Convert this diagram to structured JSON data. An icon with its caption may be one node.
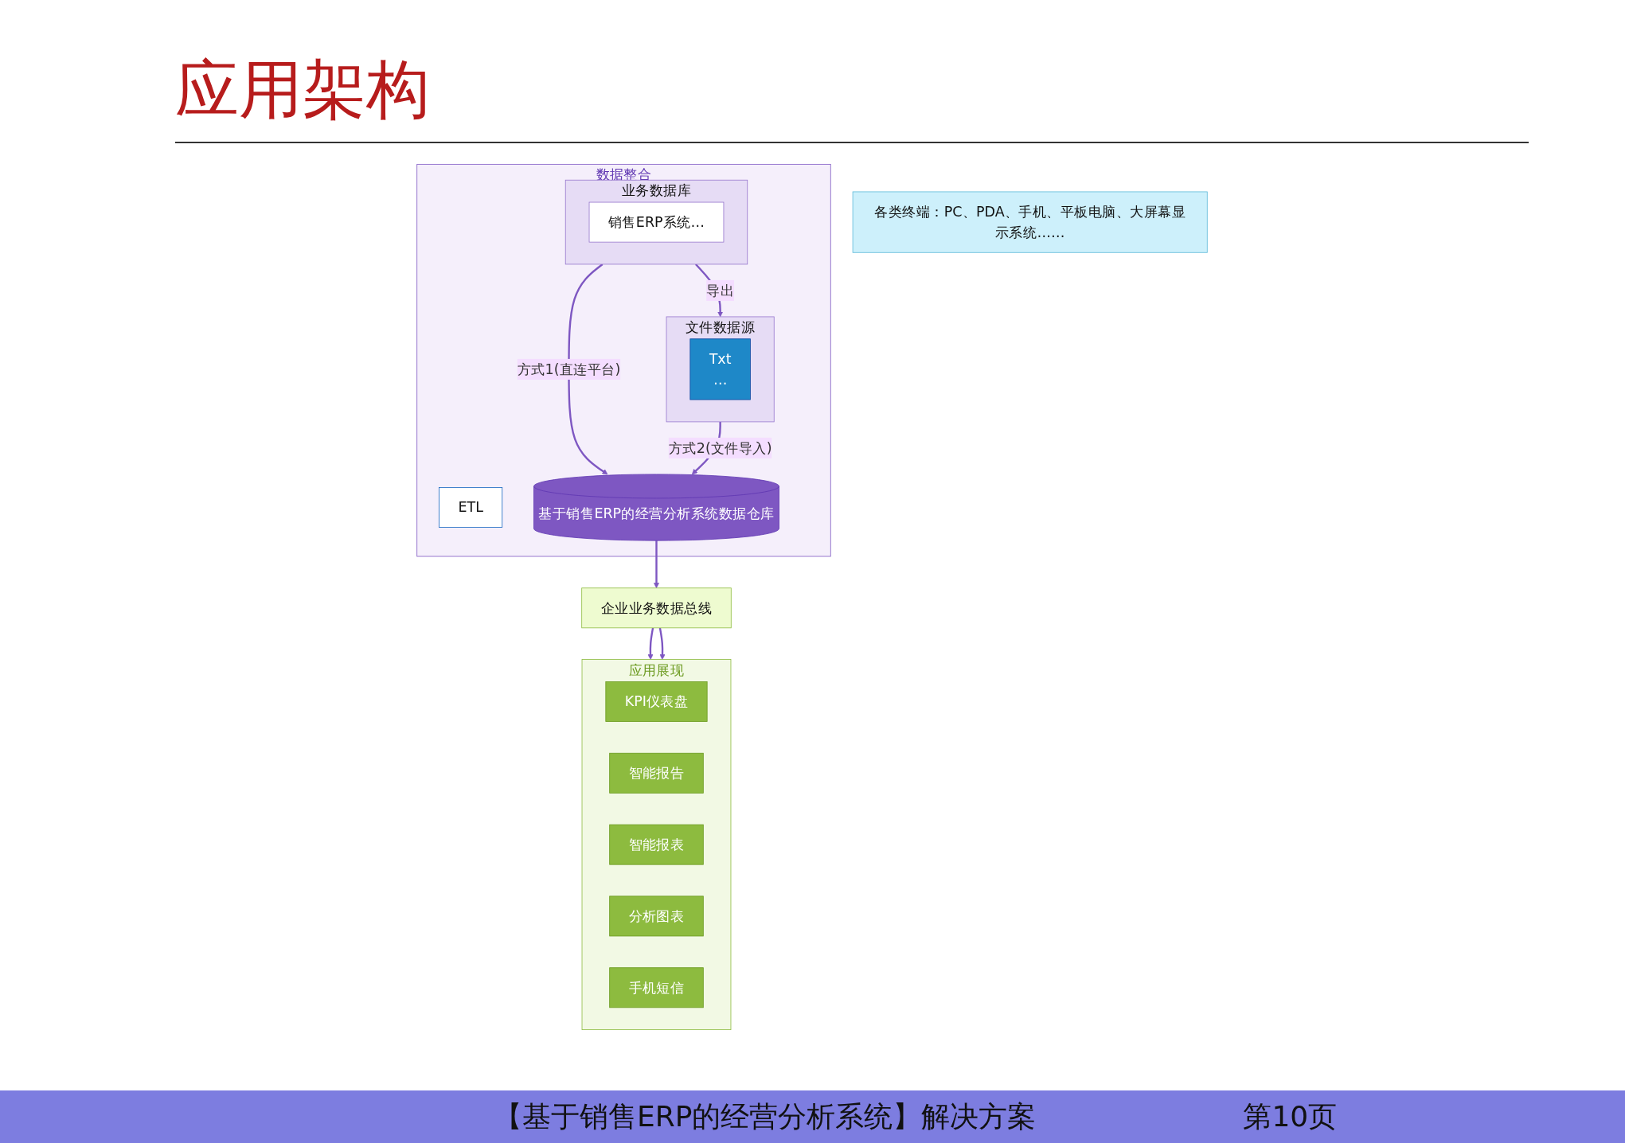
{
  "diagram": {
    "title": "应用架构",
    "nodes": [
      {
        "text": [
          "各类终端：PC、PDA、手机、平板电脑、大屏幕显示系统……"
        ]
      },
      {
        "text": [
          "应用展现"
        ]
      },
      {
        "text": [
          "KPI仪表盘"
        ],
        "in": 1
      },
      {
        "text": [
          "智能报告"
        ],
        "in": 1
      },
      {
        "text": [
          "智能报表"
        ],
        "in": 1
      },
      {
        "text": [
          "分析图表"
        ],
        "in": 1
      },
      {
        "text": [
          "手机短信"
        ],
        "in": 1
      },
      {
        "text": [
          "企业业务数据总线"
        ]
      },
      {
        "text": [
          "数据整合"
        ]
      },
      {
        "text": [
          "业务数据库"
        ],
        "in": 8
      },
      {
        "text": [
          "销售ERP系统…"
        ],
        "in": 9
      },
      {
        "text": [
          "文件数据源"
        ],
        "in": 8
      },
      {
        "text": [
          "Txt",
          "…"
        ],
        "in": 11
      },
      {
        "text": [
          "ETL"
        ],
        "in": 8
      },
      {
        "text": [
          "基于销售ERP的经营分析系统数据仓库"
        ],
        "in": 8
      }
    ],
    "edges": [
      {
        "from": 7,
        "to": 1,
        "arrow": "to"
      },
      {
        "from": 7,
        "to": 1,
        "arrow": "to"
      },
      {
        "from": 9,
        "to": 11,
        "arrow": "to",
        "label": "导出"
      },
      {
        "from": 9,
        "to": 14,
        "arrow": "to",
        "label": "方式1(直连平台)"
      },
      {
        "from": 11,
        "to": 14,
        "arrow": "to",
        "label": "方式2(文件导入)"
      },
      {
        "from": 14,
        "to": 7,
        "arrow": "to"
      }
    ],
    "labels": [
      "【基于销售ERP的经营分析系统】解决方案",
      "第10页"
    ]
  }
}
